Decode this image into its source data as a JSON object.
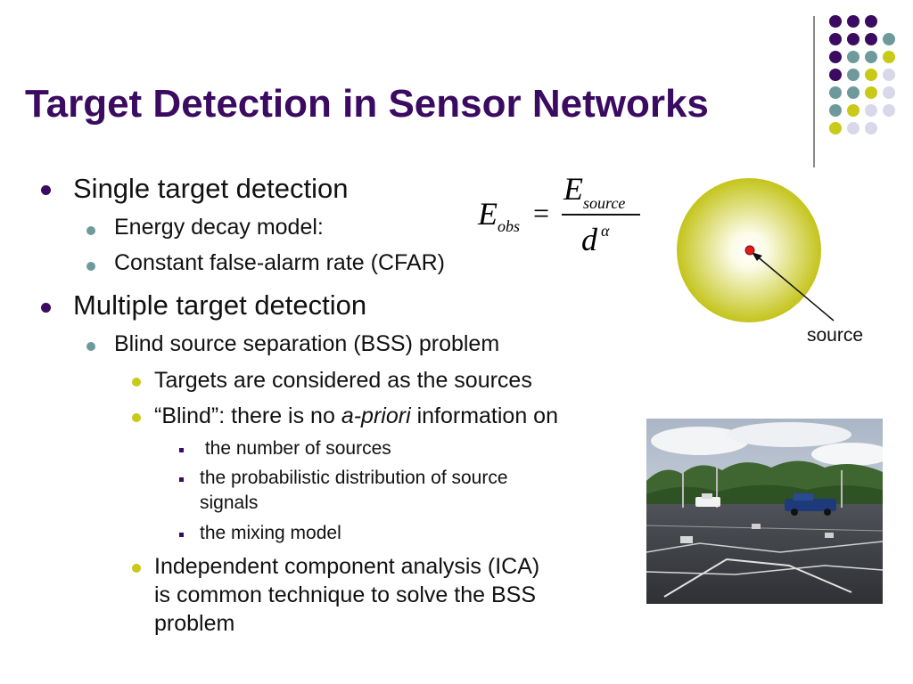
{
  "slide": {
    "title": "Target Detection in Sensor Networks",
    "colors": {
      "title": "#3b0a61",
      "accent_purple": "#3b0a61",
      "accent_teal": "#6f9a9c",
      "accent_yellow": "#c9c918",
      "accent_lavender": "#d8d8ea"
    },
    "bullets": {
      "single": "Single target detection",
      "energy": "Energy decay model:",
      "cfar": "Constant false-alarm rate (CFAR)",
      "multiple": "Multiple target detection",
      "bss": "Blind source separation (BSS) problem",
      "targets": "Targets are considered as the sources",
      "blind_pre": "“Blind”: there is no ",
      "blind_em": "a-priori",
      "blind_post": " information on",
      "num_sources": " the number of sources",
      "prob_line1": "the probabilistic distribution of source",
      "prob_line2": "signals",
      "mixing": "the mixing model",
      "ica_line1": "Independent component analysis (ICA)",
      "ica_line2": "is common technique to solve the BSS",
      "ica_line3": "problem"
    },
    "formula": {
      "lhs": "E",
      "lhs_sub": "obs",
      "eq": "=",
      "num": "E",
      "num_sub": "source",
      "den": "d",
      "den_sup": "α"
    },
    "diagram": {
      "label": "source"
    }
  }
}
